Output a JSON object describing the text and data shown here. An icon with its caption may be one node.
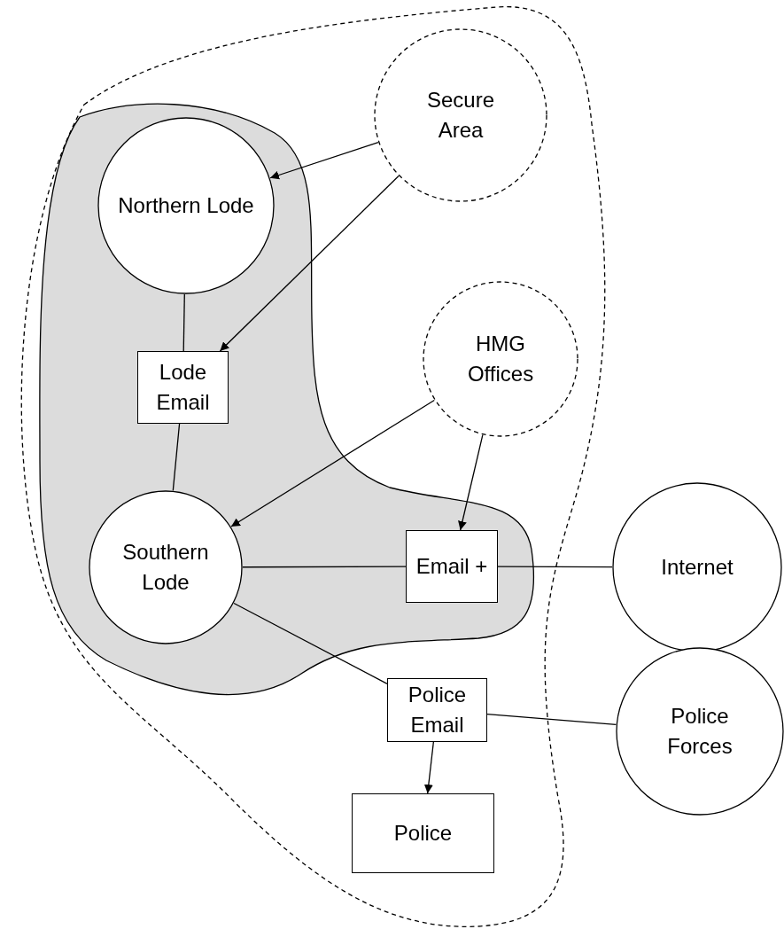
{
  "diagram": {
    "nodes": [
      {
        "text": [],
        "shape": "cloud"
      },
      {
        "text": [],
        "shape": "cloud",
        "in": 0
      },
      {
        "text": [
          "Secure Area"
        ],
        "in": 0
      },
      {
        "text": [
          "Northern Lode"
        ],
        "in": 1
      },
      {
        "text": [
          "Lode Email"
        ],
        "in": 1
      },
      {
        "text": [
          "HMG Offices"
        ],
        "in": 0
      },
      {
        "text": [
          "Southern Lode"
        ],
        "in": 1
      },
      {
        "text": [
          "Email +"
        ],
        "in": 1
      },
      {
        "text": [
          "Internet"
        ]
      },
      {
        "text": [
          "Police Email"
        ],
        "in": 0
      },
      {
        "text": [
          "Police Forces"
        ]
      },
      {
        "text": [
          "Police"
        ],
        "in": 0
      }
    ],
    "edges": [
      {
        "from": 2,
        "to": 3,
        "arrow": "to"
      },
      {
        "from": 2,
        "to": 4,
        "arrow": "to"
      },
      {
        "from": 3,
        "to": 4,
        "arrow": "none"
      },
      {
        "from": 4,
        "to": 6,
        "arrow": "none"
      },
      {
        "from": 5,
        "to": 6,
        "arrow": "to"
      },
      {
        "from": 5,
        "to": 7,
        "arrow": "to"
      },
      {
        "from": 6,
        "to": 7,
        "arrow": "none"
      },
      {
        "from": 7,
        "to": 8,
        "arrow": "none"
      },
      {
        "from": 6,
        "to": 9,
        "arrow": "none"
      },
      {
        "from": 9,
        "to": 10,
        "arrow": "none"
      },
      {
        "from": 9,
        "to": 11,
        "arrow": "to"
      }
    ]
  }
}
